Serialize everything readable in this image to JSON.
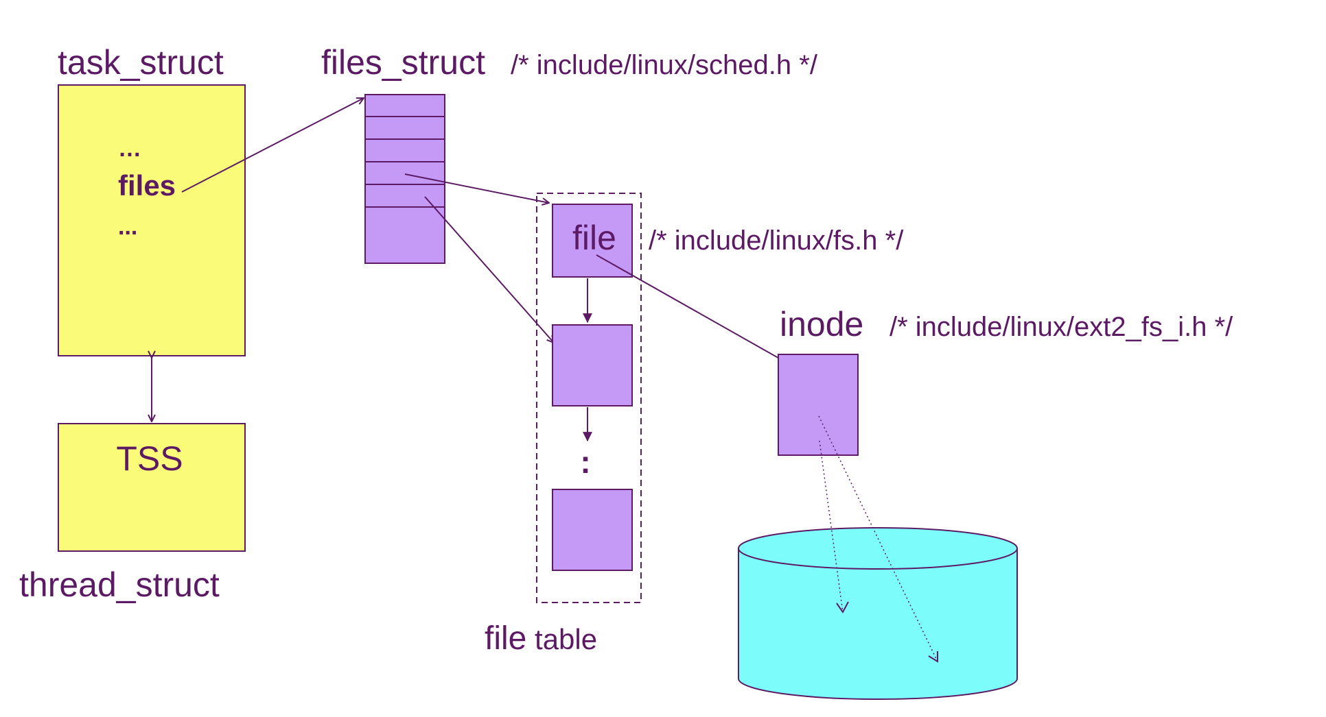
{
  "task_struct": {
    "title": "task_struct",
    "line1": "…",
    "line2": "files",
    "line3": "..."
  },
  "tss": {
    "label": "TSS",
    "caption": "thread_struct"
  },
  "files_struct": {
    "title": "files_struct",
    "comment": "/* include/linux/sched.h */",
    "slot_count": 6
  },
  "file_table": {
    "file_label": "file",
    "file_comment": "/* include/linux/fs.h */",
    "ellipsis": ":",
    "caption_bold": "file",
    "caption_rest": " table"
  },
  "inode": {
    "label": "inode",
    "comment": "/* include/linux/ext2_fs_i.h */"
  },
  "colors": {
    "text": "#5b1a63",
    "task_fill": "#fbfb7a",
    "struct_fill": "#c59af7",
    "disk_fill": "#7dfcfc"
  }
}
